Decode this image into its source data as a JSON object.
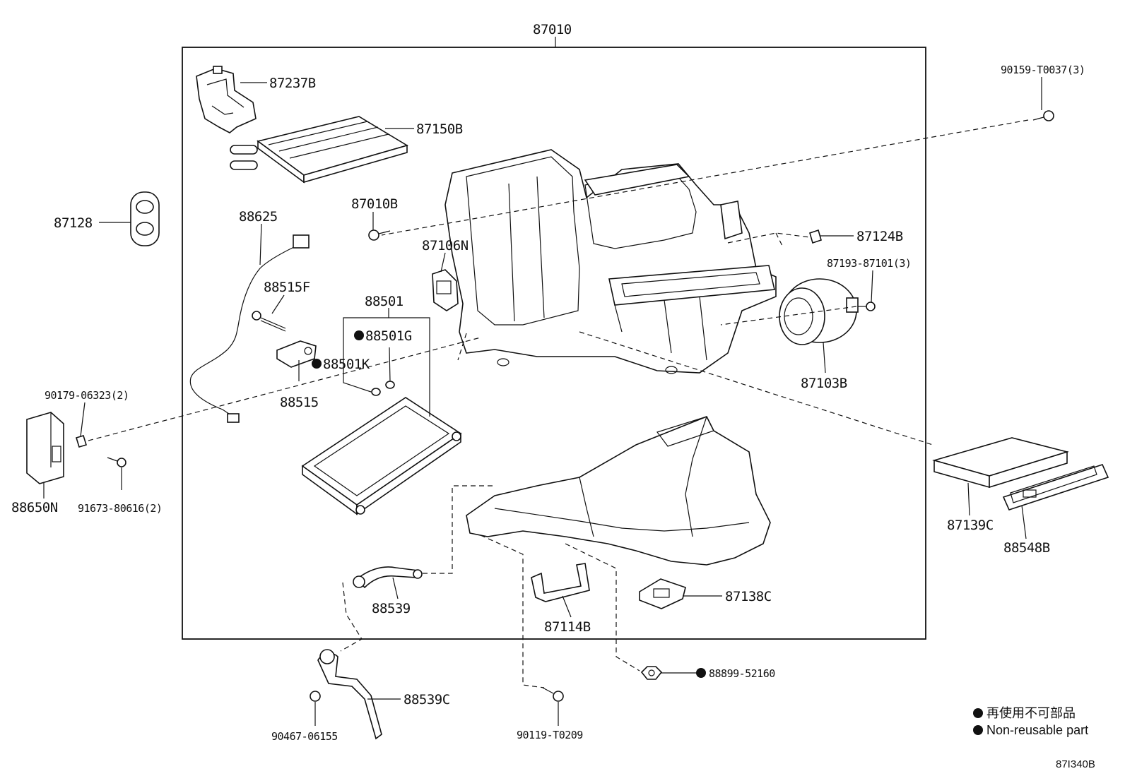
{
  "diagram": {
    "assembly_label": "87010",
    "labels": {
      "p87237B": "87237B",
      "p87150B": "87150B",
      "p87128": "87128",
      "p88625": "88625",
      "p87010B": "87010B",
      "p87106N": "87106N",
      "p88515F": "88515F",
      "p88501": "88501",
      "p88501G": "88501G",
      "p88501K": "88501K",
      "p88515": "88515",
      "p90159": "90159-T0037(3)",
      "p87124B": "87124B",
      "p87193": "87193-87101(3)",
      "p87103B": "87103B",
      "p90179": "90179-06323(2)",
      "p88650N": "88650N",
      "p91673": "91673-80616(2)",
      "p87139C": "87139C",
      "p88548B": "88548B",
      "p88539": "88539",
      "p87114B": "87114B",
      "p87138C": "87138C",
      "p88899": "88899-52160",
      "p88539C": "88539C",
      "p90467": "90467-06155",
      "p90119": "90119-T0209"
    },
    "non_reusable_parts": [
      "88501G",
      "88501K",
      "88899-52160"
    ]
  },
  "legend": {
    "line_jp": "再使用不可部品",
    "line_en": "Non-reusable part"
  },
  "figure_code": "87I340B"
}
